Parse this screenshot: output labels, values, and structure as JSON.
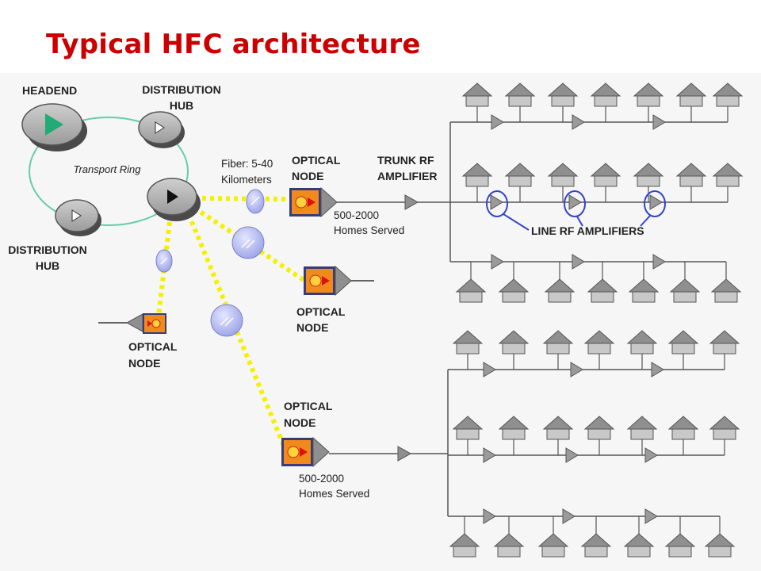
{
  "slide": {
    "title": "Typical HFC architecture",
    "title_color": "#cc0000"
  },
  "diagram": {
    "headend": "HEADEND",
    "distribution_hub_line1": "DISTRIBUTION",
    "distribution_hub_line2": "HUB",
    "transport_ring": "Transport Ring",
    "fiber_line1": "Fiber: 5-40",
    "fiber_line2": "Kilometers",
    "optical_node_line1": "OPTICAL",
    "optical_node_line2": "NODE",
    "trunk_rf_line1": "TRUNK RF",
    "trunk_rf_line2": "AMPLIFIER",
    "homes_served_line1": "500-2000",
    "homes_served_line2": "Homes Served",
    "line_rf_amplifiers": "LINE RF AMPLIFIERS"
  },
  "colors": {
    "fiber": "#f5f000",
    "ring": "#66ccaa",
    "highlight": "#3344cc",
    "node_fill": "#f08a1c",
    "house": "#8f8f8f"
  },
  "icons": [
    "headend-icon",
    "hub-icon",
    "optical-node-icon",
    "amplifier-icon",
    "house-icon",
    "splitter-icon"
  ]
}
